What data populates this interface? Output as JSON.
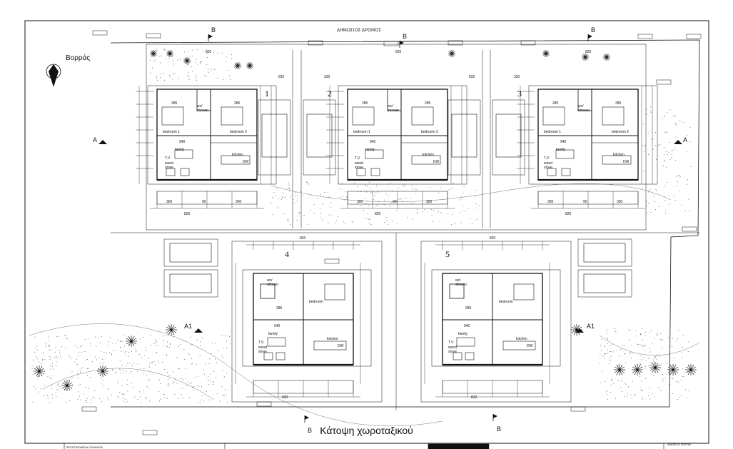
{
  "drawing": {
    "title": "Κάτοψη χωροταξικού",
    "road_label": "ΔΗΜΟΣΙΟΣ ΔΡΟΜΟΣ",
    "north_label": "Βορράς",
    "title_block_left": "ΠΡΟΤΕΙΝΟΜΕΝΑ ΣΧΗΜΑΤΑ",
    "title_block_right": "ΔΙΑΘΕΣΗ ΧΩΡΩΝ"
  },
  "section_markers": {
    "b": "B",
    "a": "A",
    "a1": "A1"
  },
  "units": [
    {
      "number": "1"
    },
    {
      "number": "2"
    },
    {
      "number": "3"
    },
    {
      "number": "4"
    },
    {
      "number": "5"
    }
  ],
  "rooms": {
    "bedroom1": "bedroom 1",
    "bedroom2": "bedroom 2",
    "bedroom": "bedroom",
    "family": "family",
    "kitchen": "kitchen",
    "tv": "T.V.",
    "wood": "wood",
    "stove": "stove",
    "wc": "wc/",
    "shower": "shower",
    "dw": "DW"
  },
  "dimensions": {
    "d820": "820",
    "d285": "285",
    "d300": "300",
    "d90": "90",
    "d940": "940",
    "d330": "330",
    "d832": "832"
  }
}
